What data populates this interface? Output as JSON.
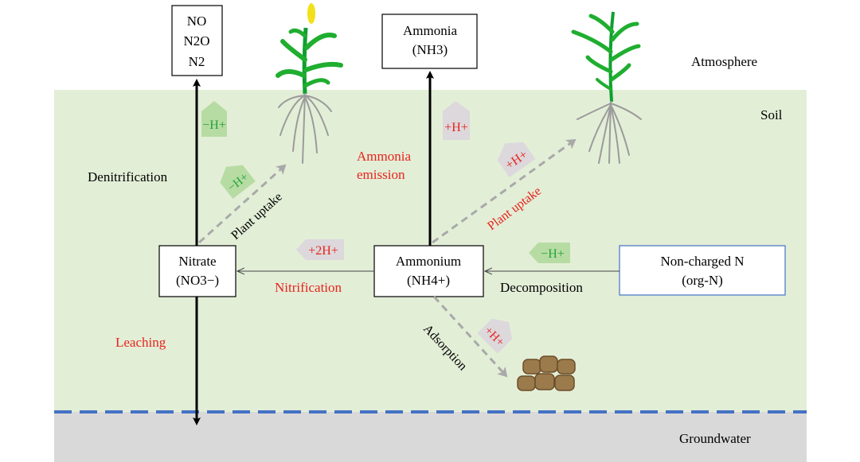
{
  "zones": {
    "atmosphere": "Atmosphere",
    "soil": "Soil",
    "groundwater": "Groundwater"
  },
  "boxes": {
    "gases": {
      "line1": "NO",
      "line2": "N2O",
      "line3": "N2"
    },
    "ammonia": {
      "line1": "Ammonia",
      "line2": "(NH3)"
    },
    "nitrate": {
      "line1": "Nitrate",
      "line2": "(NO3−)"
    },
    "ammonium": {
      "line1": "Ammonium",
      "line2": "(NH4+)"
    },
    "noncharged": {
      "line1": "Non-charged N",
      "line2": "(org-N)"
    }
  },
  "processes": {
    "denitrification": "Denitrification",
    "plant_uptake_nitrate": "Plant uptake",
    "ammonia_emission_1": "Ammonia",
    "ammonia_emission_2": "emission",
    "plant_uptake_ammonium": "Plant uptake",
    "nitrification": "Nitrification",
    "decomposition": "Decomposition",
    "adsorption": "Adsorption",
    "leaching": "Leaching"
  },
  "proton_tags": {
    "denitrification": "−H+",
    "plant_uptake_nitrate": "−H+",
    "ammonia_emission": "+H+",
    "plant_uptake_ammonium": "+H+",
    "nitrification": "+2H+",
    "decomposition": "−H+",
    "adsorption": "+H+"
  },
  "colors": {
    "soil": "#e3eed7",
    "groundwater": "#d9d9d9",
    "water_table": "#4472c4",
    "red_text": "#e8231c",
    "green_text": "#22a33a",
    "green_tag": "#b7dca3",
    "pink_tag": "#dcd8dc",
    "dashed_arrow": "#a9a9a9"
  }
}
